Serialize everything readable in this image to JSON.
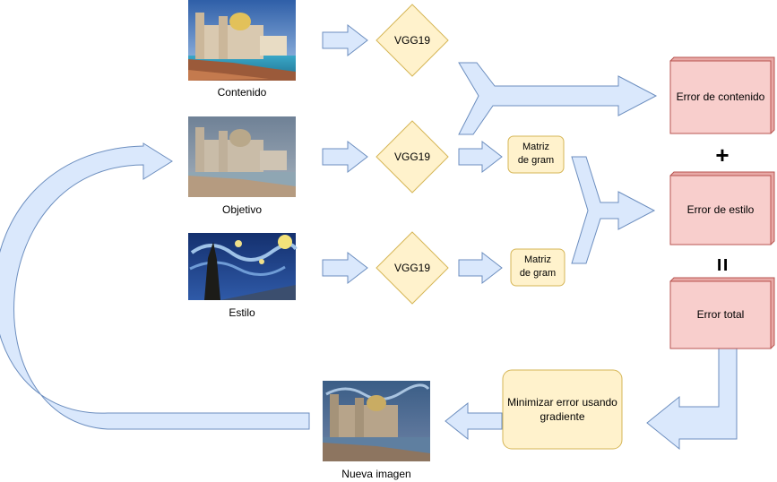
{
  "images": {
    "content": {
      "caption": "Contenido"
    },
    "target": {
      "caption": "Objetivo"
    },
    "style": {
      "caption": "Estilo"
    },
    "result": {
      "caption": "Nueva imagen"
    }
  },
  "nodes": {
    "vgg_content": "VGG19",
    "vgg_target": "VGG19",
    "vgg_style": "VGG19",
    "gram_target_line1": "Matriz",
    "gram_target_line2": "de gram",
    "gram_style_line1": "Matriz",
    "gram_style_line2": "de gram",
    "content_error": "Error de contenido",
    "style_error": "Error de estilo",
    "total_error": "Error total",
    "minimize_line1": "Minimizar error usando",
    "minimize_line2": "gradiente"
  },
  "operators": {
    "plus": "+",
    "equals": "="
  },
  "colors": {
    "arrow_fill": "#dae8fc",
    "arrow_stroke": "#6c8ebf",
    "node_fill": "#fff2cc",
    "node_stroke": "#d6b656",
    "error_fill": "#f8cecc",
    "error_stroke": "#b85450"
  }
}
